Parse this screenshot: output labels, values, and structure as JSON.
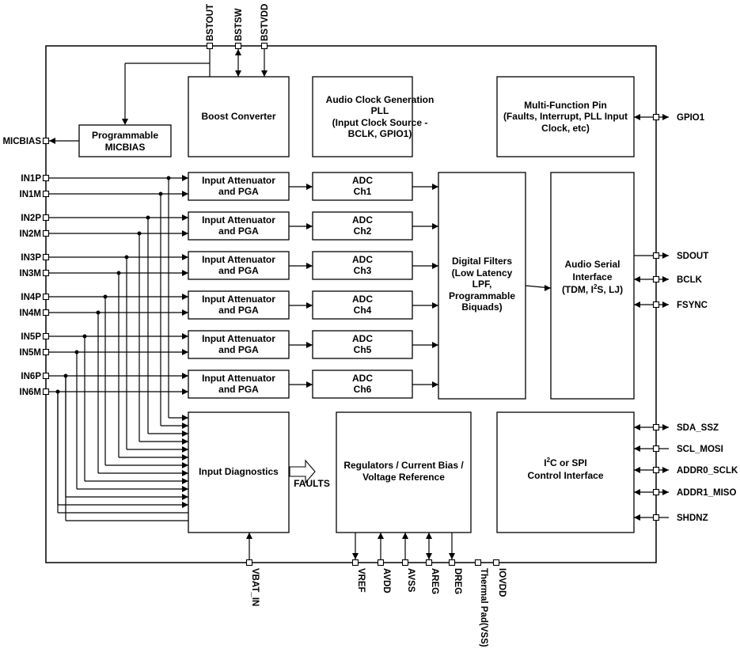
{
  "pins": {
    "top": [
      "BSTOUT",
      "BSTSW",
      "BSTVDD"
    ],
    "left": [
      "MICBIAS",
      "IN1P",
      "IN1M",
      "IN2P",
      "IN2M",
      "IN3P",
      "IN3M",
      "IN4P",
      "IN4M",
      "IN5P",
      "IN5M",
      "IN6P",
      "IN6M"
    ],
    "right": [
      "GPIO1",
      "SDOUT",
      "BCLK",
      "FSYNC",
      "SDA_SSZ",
      "SCL_MOSI",
      "ADDR0_SCLK",
      "ADDR1_MISO",
      "SHDNZ"
    ],
    "bottom": [
      "VBAT_IN",
      "VREF",
      "AVDD",
      "AVSS",
      "AREG",
      "DREG",
      "Thermal Pad(VSS)",
      "IOVDD"
    ]
  },
  "blocks": {
    "boost": [
      "Boost Converter"
    ],
    "clock": [
      "Audio Clock Generation",
      "PLL",
      "(Input Clock Source -",
      "BCLK, GPIO1)"
    ],
    "mfp": [
      "Multi-Function Pin",
      "(Faults, Interrupt, PLL Input",
      "Clock, etc)"
    ],
    "micbias": [
      "Programmable",
      "MICBIAS"
    ],
    "pga": [
      "Input Attenuator",
      "and PGA"
    ],
    "adc": [
      [
        "ADC",
        "Ch1"
      ],
      [
        "ADC",
        "Ch2"
      ],
      [
        "ADC",
        "Ch3"
      ],
      [
        "ADC",
        "Ch4"
      ],
      [
        "ADC",
        "Ch5"
      ],
      [
        "ADC",
        "Ch6"
      ]
    ],
    "filters": [
      "Digital Filters",
      "(Low Latency",
      "LPF,",
      "Programmable",
      "Biquads)"
    ],
    "asi": {
      "line1": "Audio Serial",
      "line2": "Interface",
      "line3_pre": "(TDM, I",
      "line3_sup": "2",
      "line3_post": "S, LJ)"
    },
    "diag": [
      "Input Diagnostics"
    ],
    "faults": "FAULTS",
    "reg": [
      "Regulators / Current Bias /",
      "Voltage Reference"
    ],
    "ctrl": {
      "line1_pre": "I",
      "line1_sup": "2",
      "line1_post": "C or SPI",
      "line2": "Control Interface"
    }
  }
}
